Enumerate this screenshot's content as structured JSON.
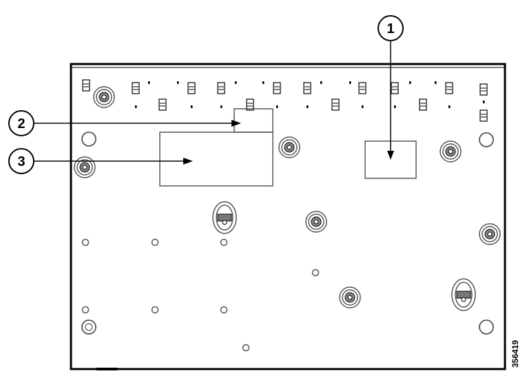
{
  "callouts": [
    {
      "label": "1"
    },
    {
      "label": "2"
    },
    {
      "label": "3"
    }
  ],
  "figure_id": "356419",
  "colors": {
    "line": "#000000",
    "part": "#555555",
    "fill": "#ffffff"
  }
}
